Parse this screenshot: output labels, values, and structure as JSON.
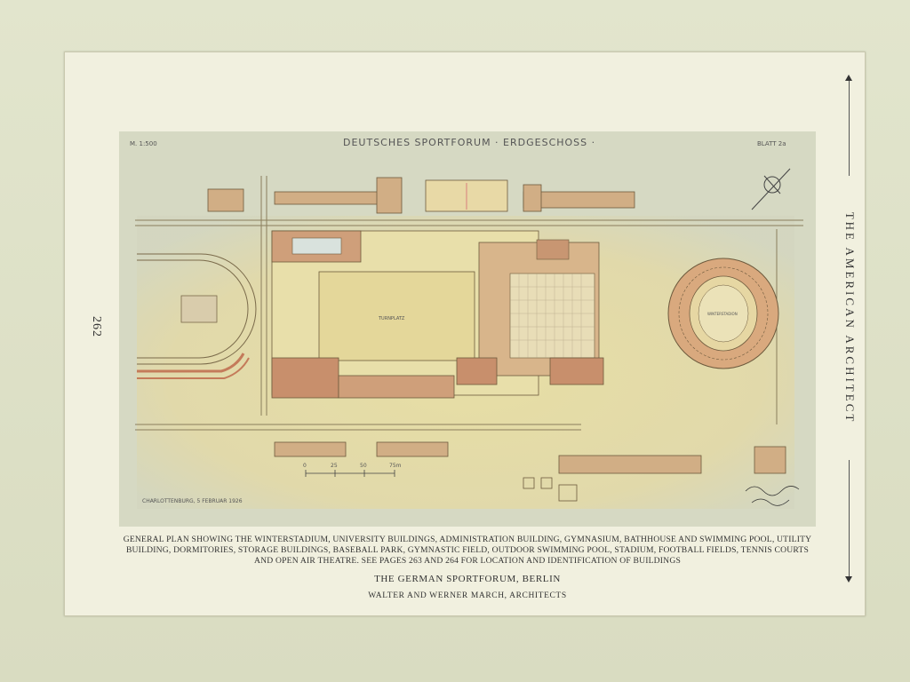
{
  "page": {
    "number": "262",
    "journal": "THE AMERICAN ARCHITECT"
  },
  "plate": {
    "heading": "DEUTSCHES SPORTFORUM · ERDGESCHOSS ·",
    "scale": "M. 1:500",
    "sheet": "BLATT 2a",
    "place_date": "CHARLOTTENBURG, 5 FEBRUAR 1926",
    "central_field": "TURNPLATZ",
    "winter_stadium": "WINTERSTADION",
    "scale_bar": [
      "0",
      "25",
      "50",
      "75m"
    ],
    "colors": {
      "paper": "#d6d9c3",
      "wash": "#e9dc9c",
      "building": "#c9a07a",
      "line": "#7a6a4a"
    }
  },
  "caption": {
    "text": "GENERAL PLAN SHOWING THE WINTERSTADIUM, UNIVERSITY BUILDINGS, ADMINISTRATION BUILDING, GYMNASIUM, BATHHOUSE AND SWIMMING POOL, UTILITY BUILDING, DORMITORIES, STORAGE BUILDINGS, BASEBALL PARK, GYMNASTIC FIELD, OUTDOOR SWIMMING POOL, STADIUM, FOOTBALL FIELDS, TENNIS COURTS AND OPEN AIR THEATRE.  SEE PAGES 263 AND 264 FOR LOCATION AND IDENTIFICATION OF BUILDINGS",
    "title": "THE GERMAN SPORTFORUM, BERLIN",
    "architects": "WALTER AND WERNER MARCH, ARCHITECTS"
  }
}
